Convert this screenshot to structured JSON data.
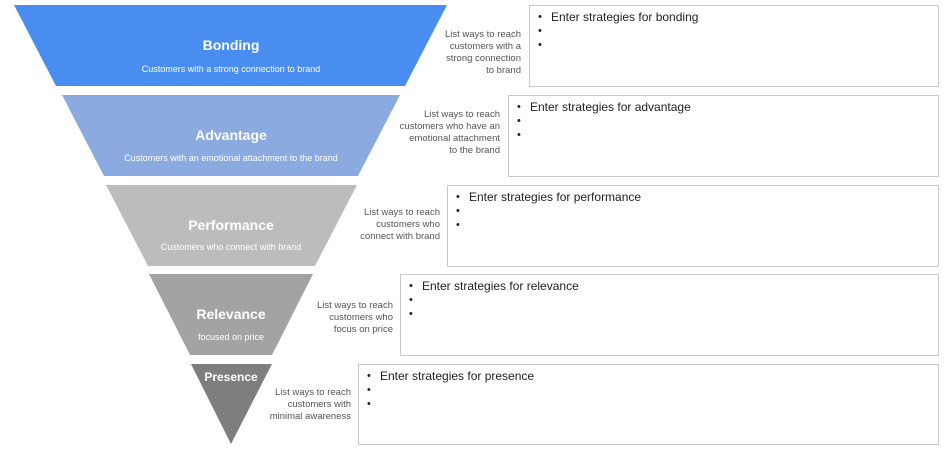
{
  "tiers": [
    {
      "title": "Bonding",
      "subtitle": "Customers with a strong connection to brand",
      "color": "#4a8df0",
      "prompt": [
        "List ways to reach",
        "customers with a",
        "strong connection",
        "to brand"
      ],
      "bullets": [
        "Enter strategies for bonding",
        "",
        ""
      ]
    },
    {
      "title": "Advantage",
      "subtitle": "Customers with an emotional attachment to the brand",
      "color": "#8aaae0",
      "prompt": [
        "List ways to reach",
        "customers who have an",
        "emotional attachment",
        "to the brand"
      ],
      "bullets": [
        "Enter strategies for advantage",
        "",
        ""
      ]
    },
    {
      "title": "Performance",
      "subtitle": "Customers who connect with brand",
      "color": "#bcbcbc",
      "prompt": [
        "List ways to reach",
        "customers who",
        "connect with brand"
      ],
      "bullets": [
        "Enter strategies for performance",
        "",
        ""
      ]
    },
    {
      "title": "Relevance",
      "subtitle": "focused on price",
      "color": "#a3a3a3",
      "prompt": [
        "List ways to reach",
        "customers who",
        "focus on price"
      ],
      "bullets": [
        "Enter strategies for relevance",
        "",
        ""
      ]
    },
    {
      "title": "Presence",
      "subtitle": "",
      "color": "#7e7e7e",
      "prompt": [
        "List ways to reach",
        "customers with",
        "minimal awareness"
      ],
      "bullets": [
        "Enter strategies for presence",
        "",
        ""
      ]
    }
  ]
}
